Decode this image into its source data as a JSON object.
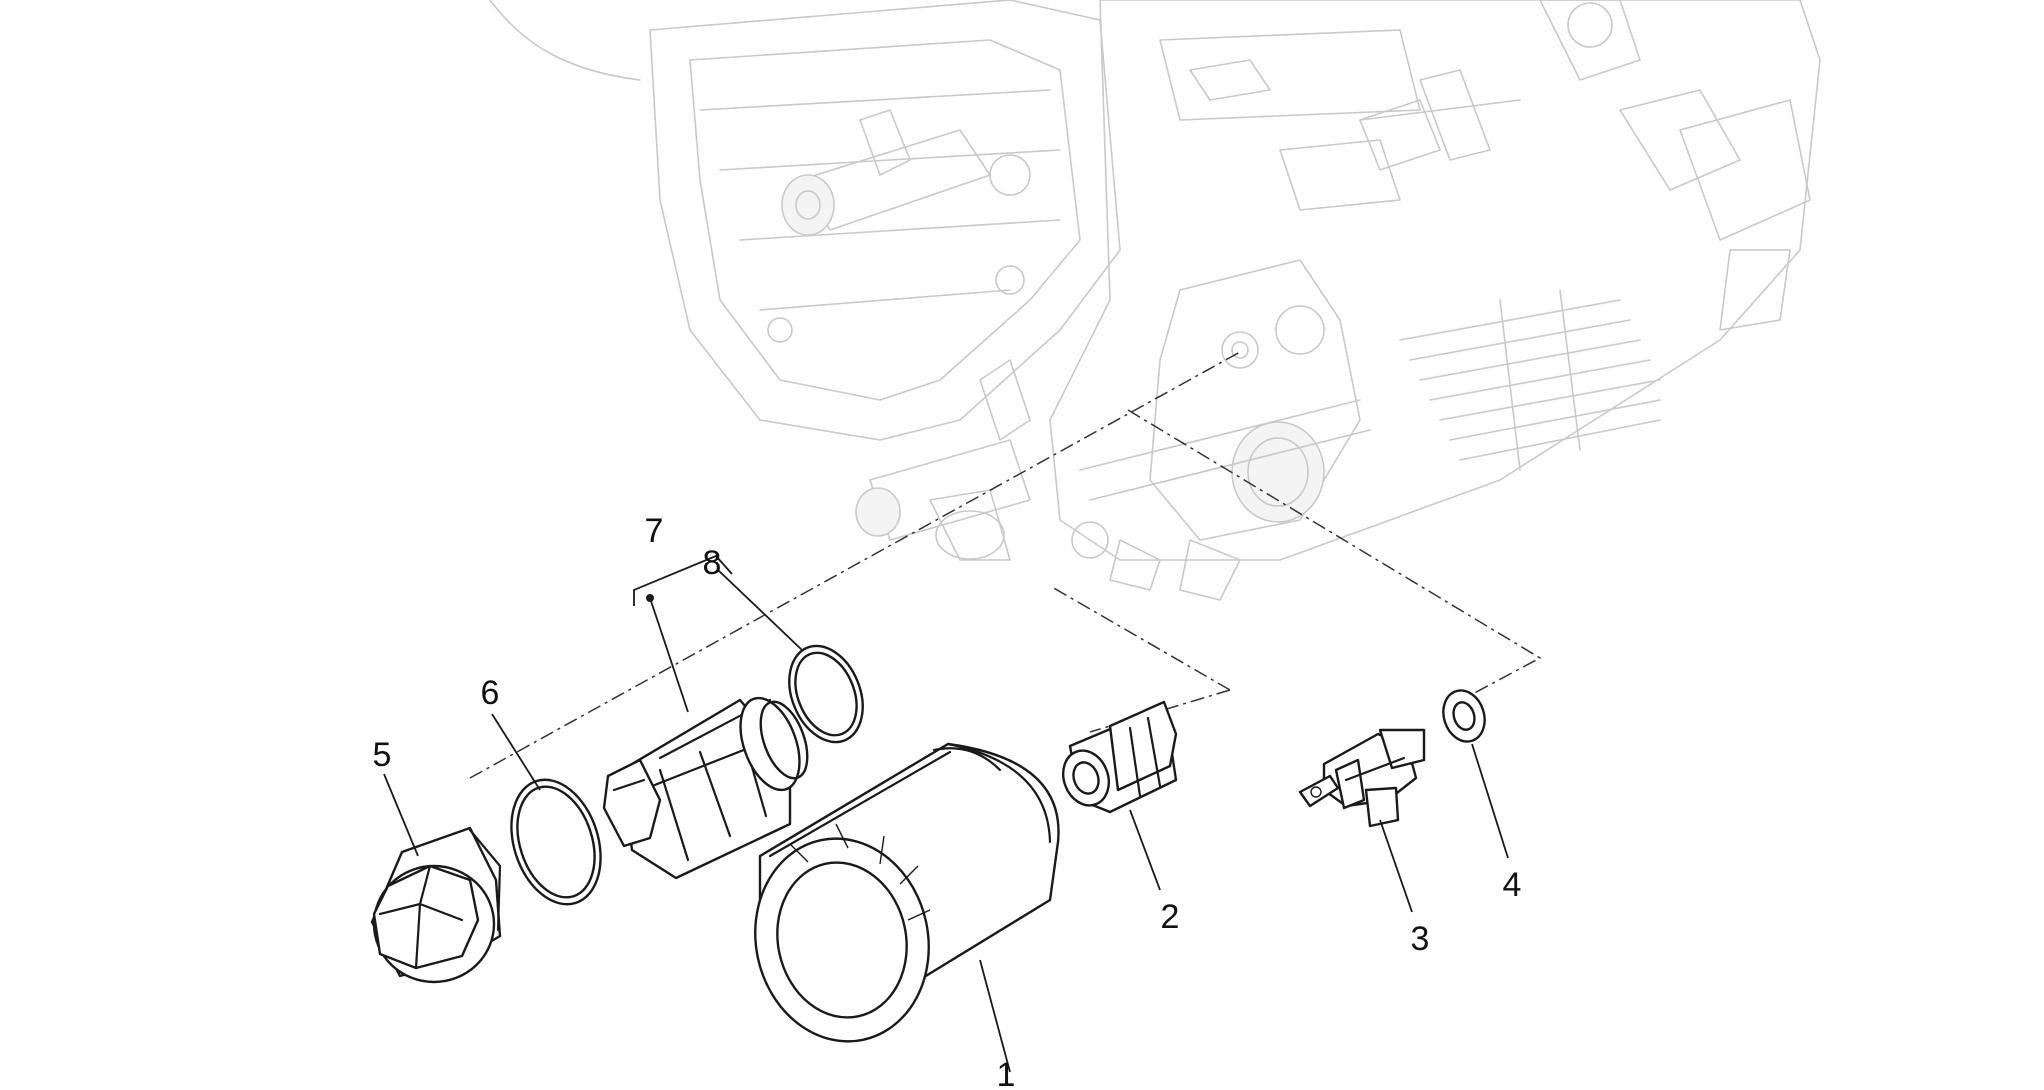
{
  "colors": {
    "part_stroke": "#1a1a1a",
    "background_engine": "#c9c9c9",
    "background": "#ffffff"
  },
  "callouts": [
    {
      "id": "1",
      "label": "1"
    },
    {
      "id": "2",
      "label": "2"
    },
    {
      "id": "3",
      "label": "3"
    },
    {
      "id": "4",
      "label": "4"
    },
    {
      "id": "5",
      "label": "5"
    },
    {
      "id": "6",
      "label": "6"
    },
    {
      "id": "7",
      "label": "7"
    },
    {
      "id": "8",
      "label": "8"
    }
  ]
}
